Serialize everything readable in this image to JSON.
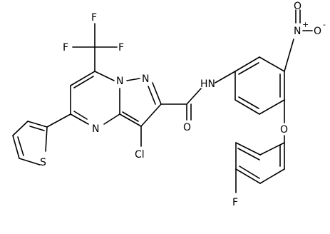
{
  "molecule": {
    "atoms": {
      "f_top": "F",
      "f_left": "F",
      "f_right": "F",
      "n_ring_bridge": "N",
      "n_ring_pyrazole": "N",
      "n_ring_pyrimidine": "N",
      "s_thiophene": "S",
      "cl": "Cl",
      "o_amide": "O",
      "nh_amide": "HN",
      "n_nitro": "N",
      "n_nitro_charge": "+",
      "o_nitro_top": "O",
      "o_nitro_right": "O",
      "o_nitro_charge": "-",
      "o_ether": "O",
      "f_para": "F"
    }
  }
}
